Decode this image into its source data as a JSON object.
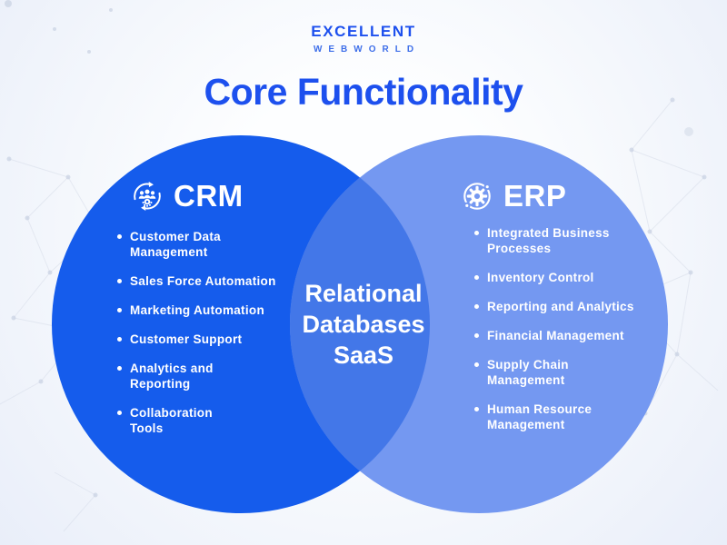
{
  "brand": {
    "name": "EXCELLENT",
    "tagline": "WEBWORLD"
  },
  "title": "Core Functionality",
  "venn": {
    "left": {
      "label": "CRM",
      "icon": "crm-people-sync-icon",
      "items": [
        "Customer Data\nManagement",
        "Sales Force Automation",
        "Marketing Automation",
        "Customer Support",
        "Analytics and\nReporting",
        "Collaboration\nTools"
      ]
    },
    "right": {
      "label": "ERP",
      "icon": "erp-gear-orbit-icon",
      "items": [
        "Integrated Business\nProcesses",
        "Inventory Control",
        "Reporting and Analytics",
        "Financial Management",
        "Supply Chain\nManagement",
        "Human Resource\nManagement"
      ]
    },
    "overlap": {
      "text": "Relational\nDatabases\nSaaS"
    }
  },
  "colors": {
    "left_circle": "#155CEC",
    "right_circle": "#7498F1",
    "overlap": "#4377E8",
    "title": "#1D50EE",
    "brand_primary": "#1D50EE",
    "brand_secondary": "#3E6FE9",
    "background": "#F3F6FB",
    "text_on_circles": "#FFFFFF"
  }
}
